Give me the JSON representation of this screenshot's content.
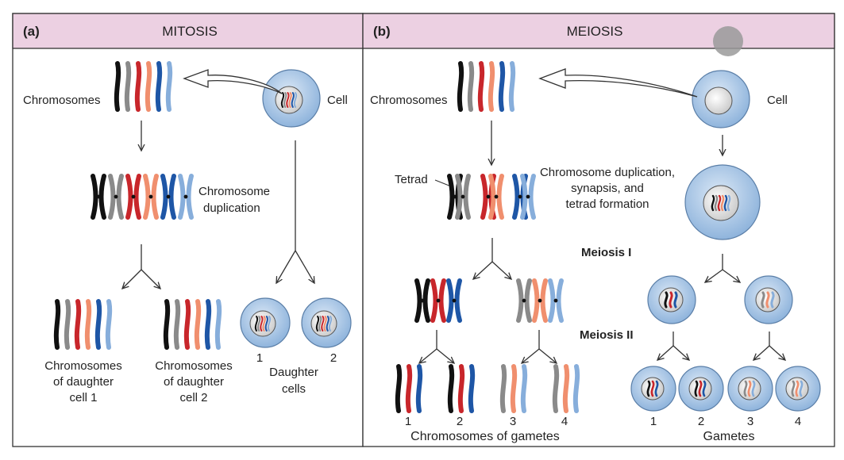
{
  "colors": {
    "header_bg": "#ecd0e2",
    "cell_outer": "#b3cde8",
    "cell_inner": "#e3e3e3",
    "chrom_black": "#111111",
    "chrom_gray": "#8a8a8a",
    "chrom_red": "#c8262b",
    "chrom_salmon": "#f08f6e",
    "chrom_blue": "#1e56a6",
    "chrom_lightblue": "#87aedb"
  },
  "mitosis": {
    "panel_label": "(a)",
    "title": "MITOSIS",
    "chromosomes_label": "Chromosomes",
    "cell_label": "Cell",
    "duplication_line1": "Chromosome",
    "duplication_line2": "duplication",
    "daughter1": [
      "Chromosomes",
      "of daughter",
      "cell 1"
    ],
    "daughter2": [
      "Chromosomes",
      "of daughter",
      "cell 2"
    ],
    "cell_num_1": "1",
    "cell_num_2": "2",
    "daughter_cells_line1": "Daughter",
    "daughter_cells_line2": "cells"
  },
  "meiosis": {
    "panel_label": "(b)",
    "title": "MEIOSIS",
    "chromosomes_label": "Chromosomes",
    "cell_label": "Cell",
    "tetrad_label": "Tetrad",
    "duplication_line1": "Chromosome duplication,",
    "duplication_line2": "synapsis, and",
    "duplication_line3": "tetrad formation",
    "meiosis1": "Meiosis I",
    "meiosis2": "Meiosis II",
    "gamete_nums": [
      "1",
      "2",
      "3",
      "4"
    ],
    "chrom_nums": [
      "1",
      "2",
      "3",
      "4"
    ],
    "gametes_chrom_label": "Chromosomes of gametes",
    "gametes_label": "Gametes"
  }
}
